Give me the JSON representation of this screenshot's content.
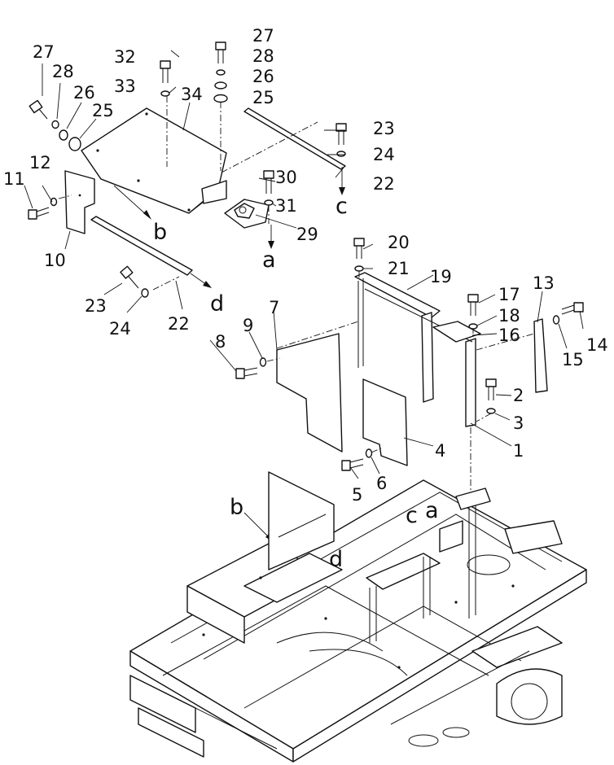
{
  "diagram": {
    "callouts": {
      "c1": "1",
      "c2": "2",
      "c3": "3",
      "c4": "4",
      "c5": "5",
      "c6": "6",
      "c7": "7",
      "c8": "8",
      "c9": "9",
      "c10": "10",
      "c11": "11",
      "c12": "12",
      "c13": "13",
      "c14": "14",
      "c15": "15",
      "c16": "16",
      "c17": "17",
      "c18": "18",
      "c19": "19",
      "c20": "20",
      "c21": "21",
      "c22a": "22",
      "c22b": "22",
      "c23a": "23",
      "c23b": "23",
      "c24a": "24",
      "c24b": "24",
      "c25a": "25",
      "c25b": "25",
      "c26a": "26",
      "c26b": "26",
      "c27a": "27",
      "c27b": "27",
      "c28a": "28",
      "c28b": "28",
      "c29": "29",
      "c30": "30",
      "c31": "31",
      "c32": "32",
      "c33": "33",
      "c34": "34"
    },
    "references": {
      "a_top": "a",
      "b_top": "b",
      "c_top": "c",
      "d_top": "d",
      "a_frame": "a",
      "b_frame": "b",
      "c_frame": "c",
      "d_frame": "d"
    }
  }
}
